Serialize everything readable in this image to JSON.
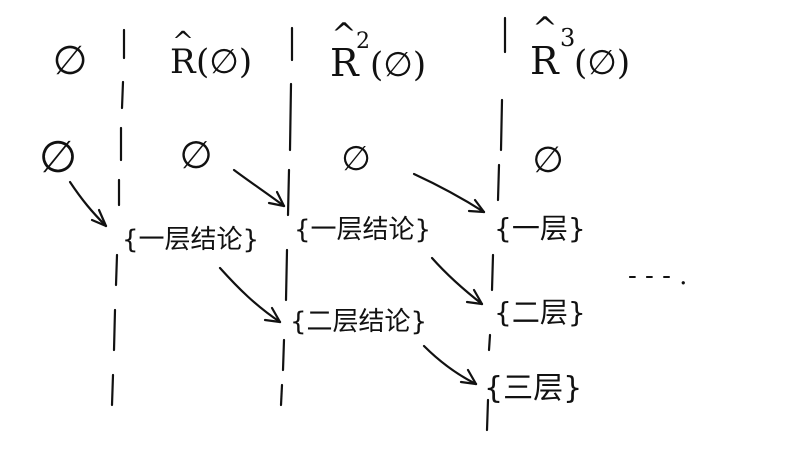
{
  "headers": {
    "col0": "∅",
    "col1": {
      "op": "R",
      "hat": "^",
      "arg": "(∅)"
    },
    "col2": {
      "op": "R",
      "hat": "^",
      "exp": "2",
      "arg": "(∅)"
    },
    "col3": {
      "op": "R",
      "hat": "^",
      "exp": "3",
      "arg": "(∅)"
    }
  },
  "row_empty": [
    "∅",
    "∅",
    "∅",
    "∅"
  ],
  "nodes": {
    "c1_layer1": "{一层结论}",
    "c2_layer1": "{一层结论}",
    "c2_layer2": "{二层结论}",
    "c3_layer1": "{一层}",
    "c3_layer2": "{二层}",
    "c3_layer3": "{三层}"
  },
  "ellipsis": "- - - ."
}
